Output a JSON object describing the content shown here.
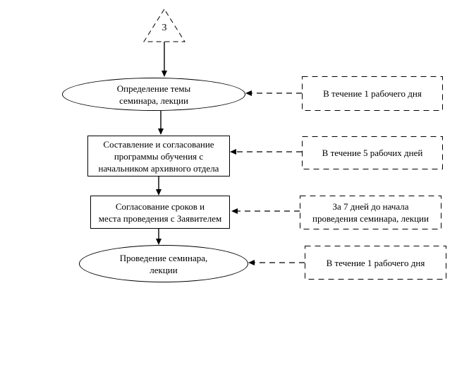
{
  "diagram": {
    "title_hint": "Workflow: seminar / lecture organization",
    "offpage_connector": {
      "label": "3"
    },
    "flow_steps": [
      {
        "id": "define-topic",
        "shape": "ellipse",
        "label": "Определение темы\nсеминара, лекции"
      },
      {
        "id": "compose-program",
        "shape": "rectangle",
        "label": "Составление и согласование\nпрограммы обучения с\nначальником архивного отдела"
      },
      {
        "id": "agree-schedule",
        "shape": "rectangle",
        "label": "Согласование сроков и\nместа проведения с Заявителем"
      },
      {
        "id": "conduct-seminar",
        "shape": "ellipse",
        "label": "Проведение семинара,\nлекции"
      }
    ],
    "annotations": [
      {
        "target": "define-topic",
        "label": "В течение 1 рабочего дня"
      },
      {
        "target": "compose-program",
        "label": "В течение 5 рабочих дней"
      },
      {
        "target": "agree-schedule",
        "label": "За 7 дней до начала\nпроведения семинара, лекции"
      },
      {
        "target": "conduct-seminar",
        "label": "В течение 1 рабочего дня"
      }
    ],
    "colors": {
      "stroke": "#000000",
      "background": "#ffffff"
    }
  }
}
